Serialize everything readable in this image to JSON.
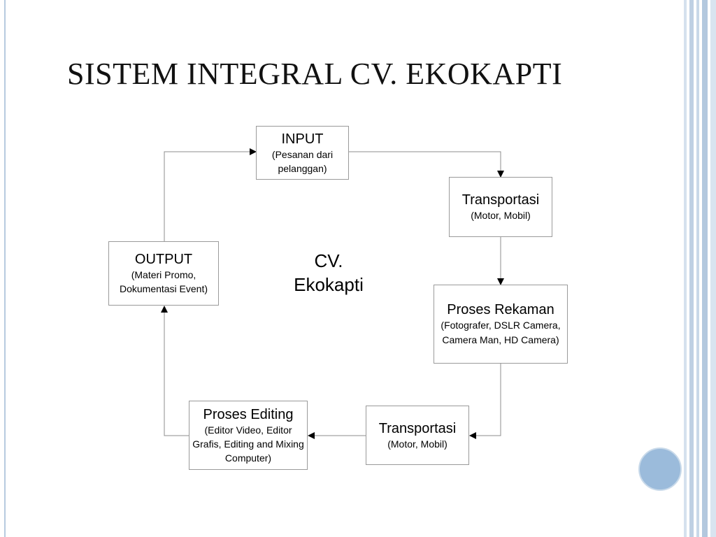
{
  "slide": {
    "title": "SISTEM INTEGRAL CV. EKOKAPTI",
    "accent_color": "#9bbbdb"
  },
  "center": {
    "line1": "CV.",
    "line2": "Ekokapti"
  },
  "nodes": {
    "input": {
      "head": "INPUT",
      "sub": "(Pesanan dari pelanggan)"
    },
    "transport1": {
      "head": "Transportasi",
      "sub": "(Motor, Mobil)"
    },
    "rekaman": {
      "head": "Proses Rekaman",
      "sub": "(Fotografer, DSLR Camera, Camera Man, HD Camera)"
    },
    "transport2": {
      "head": "Transportasi",
      "sub": "(Motor, Mobil)"
    },
    "editing": {
      "head": "Proses Editing",
      "sub": "(Editor Video, Editor Grafis, Editing and Mixing Computer)"
    },
    "output": {
      "head": "OUTPUT",
      "sub": "(Materi Promo, Dokumentasi Event)"
    }
  },
  "edges": [
    {
      "from": "input",
      "to": "transport1"
    },
    {
      "from": "transport1",
      "to": "rekaman"
    },
    {
      "from": "rekaman",
      "to": "transport2"
    },
    {
      "from": "transport2",
      "to": "editing"
    },
    {
      "from": "editing",
      "to": "output"
    },
    {
      "from": "output",
      "to": "input"
    }
  ]
}
